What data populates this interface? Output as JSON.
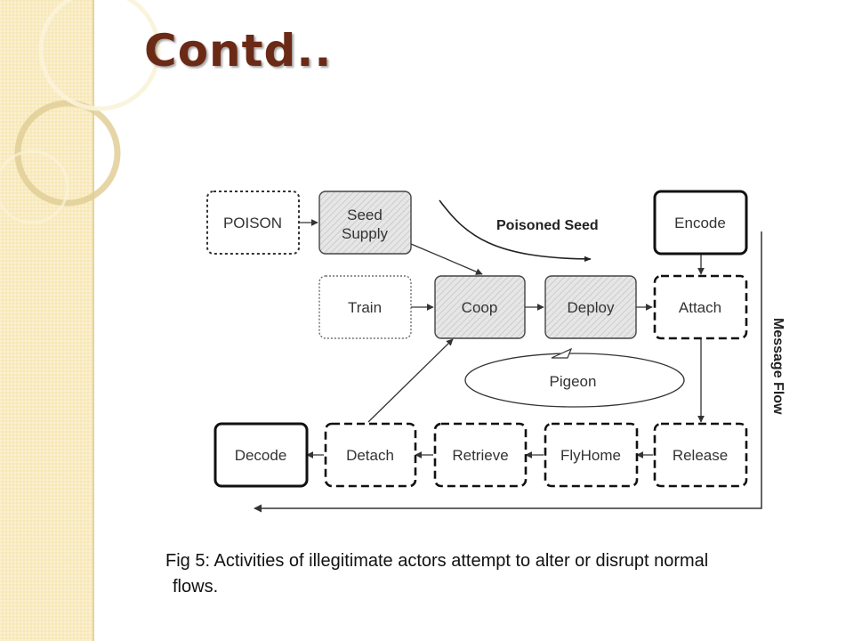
{
  "slide": {
    "title": "Contd..",
    "caption_line1": "Fig 5: Activities of illegitimate actors attempt to alter or disrupt normal",
    "caption_line2": "flows."
  },
  "diagram": {
    "nodes": {
      "poison": "POISON",
      "seed_supply_line1": "Seed",
      "seed_supply_line2": "Supply",
      "encode": "Encode",
      "train": "Train",
      "coop": "Coop",
      "deploy": "Deploy",
      "attach": "Attach",
      "pigeon": "Pigeon",
      "decode": "Decode",
      "detach": "Detach",
      "retrieve": "Retrieve",
      "flyhome": "FlyHome",
      "release": "Release"
    },
    "poisoned_seed_label": "Poisoned Seed",
    "message_flow_label": "Message Flow"
  }
}
